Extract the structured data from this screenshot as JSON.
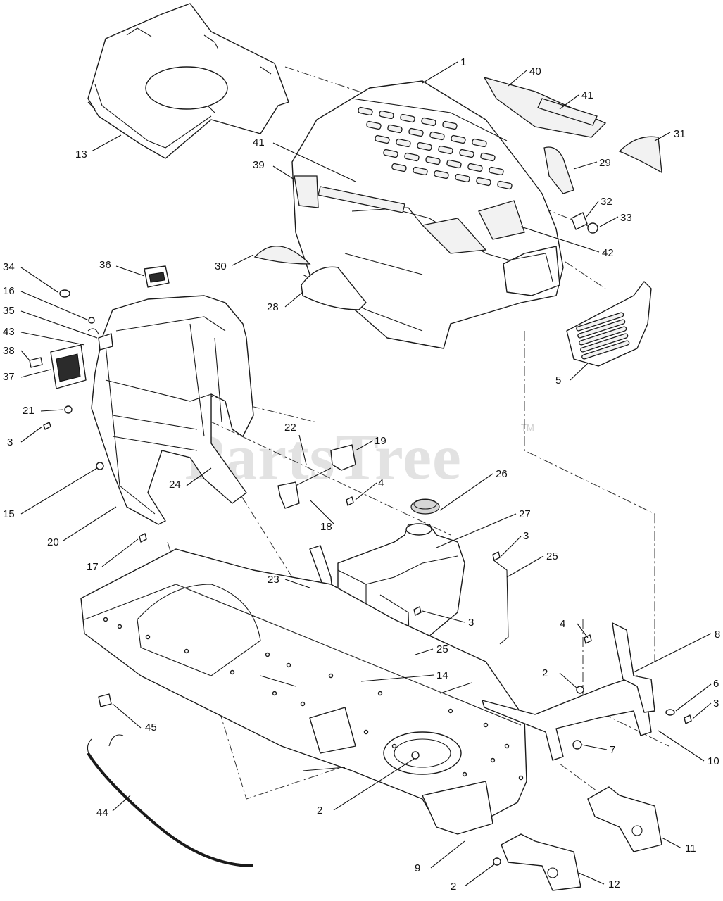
{
  "watermark": {
    "text": "PartsTree",
    "trademark": "TM"
  },
  "callouts": [
    {
      "label": "1"
    },
    {
      "label": "40"
    },
    {
      "label": "41"
    },
    {
      "label": "31"
    },
    {
      "label": "41"
    },
    {
      "label": "39"
    },
    {
      "label": "29"
    },
    {
      "label": "13"
    },
    {
      "label": "32"
    },
    {
      "label": "33"
    },
    {
      "label": "30"
    },
    {
      "label": "42"
    },
    {
      "label": "34"
    },
    {
      "label": "36"
    },
    {
      "label": "16"
    },
    {
      "label": "35"
    },
    {
      "label": "28"
    },
    {
      "label": "43"
    },
    {
      "label": "38"
    },
    {
      "label": "37"
    },
    {
      "label": "5"
    },
    {
      "label": "21"
    },
    {
      "label": "3"
    },
    {
      "label": "22"
    },
    {
      "label": "19"
    },
    {
      "label": "24"
    },
    {
      "label": "4"
    },
    {
      "label": "26"
    },
    {
      "label": "15"
    },
    {
      "label": "18"
    },
    {
      "label": "27"
    },
    {
      "label": "20"
    },
    {
      "label": "3"
    },
    {
      "label": "17"
    },
    {
      "label": "25"
    },
    {
      "label": "23"
    },
    {
      "label": "3"
    },
    {
      "label": "4"
    },
    {
      "label": "8"
    },
    {
      "label": "25"
    },
    {
      "label": "14"
    },
    {
      "label": "2"
    },
    {
      "label": "6"
    },
    {
      "label": "3"
    },
    {
      "label": "45"
    },
    {
      "label": "7"
    },
    {
      "label": "10"
    },
    {
      "label": "44"
    },
    {
      "label": "2"
    },
    {
      "label": "11"
    },
    {
      "label": "9"
    },
    {
      "label": "2"
    },
    {
      "label": "12"
    }
  ]
}
